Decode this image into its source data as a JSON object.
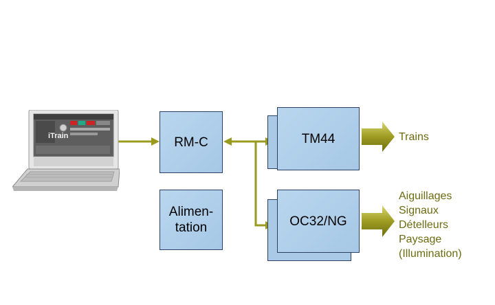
{
  "laptop": {
    "screen_logo": "iTrain",
    "colors": {
      "frame": "#d9d9d9",
      "screen": "#5e5e5e",
      "keyboard": "#c8c8c8"
    }
  },
  "nodes": {
    "rmc": "RM-C",
    "alimentation": [
      "Alimen-",
      "tation"
    ],
    "tm44": "TM44",
    "oc32": "OC32/NG"
  },
  "outputs": {
    "tm44": [
      "Trains"
    ],
    "oc32": [
      "Aiguillages",
      "Signaux",
      "Dételleurs",
      "Paysage",
      "(Illumination)"
    ]
  },
  "colors": {
    "connector": "#9a9a1e",
    "box_fill": "#aecbe8",
    "box_border": "#2b3f63",
    "label": "#6b6b12"
  }
}
